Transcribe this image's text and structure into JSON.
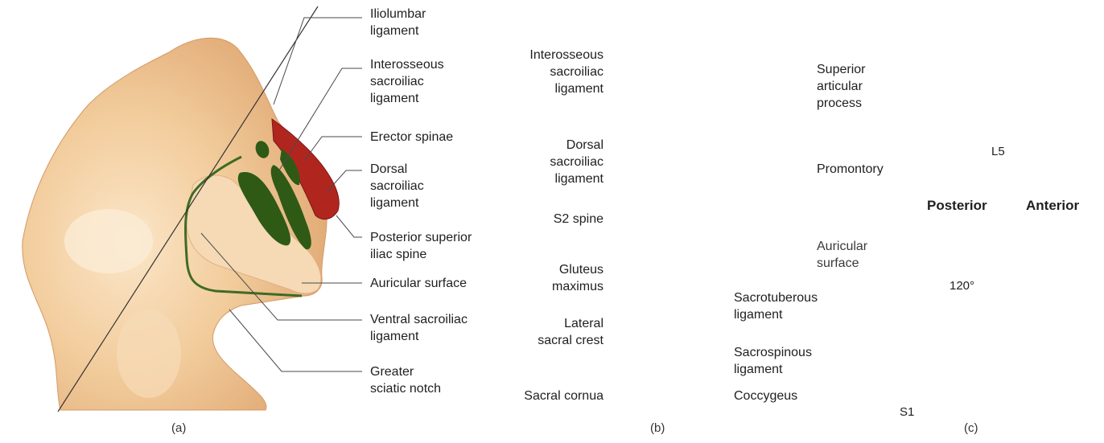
{
  "panel_a": {
    "caption": "(a)",
    "labels": {
      "iliolumbar": "Iliolumbar\nligament",
      "interosseous": "Interosseous\nsacroiliac\nligament",
      "erector": "Erector spinae",
      "dorsal": "Dorsal\nsacroiliac\nligament",
      "psis": "Posterior superior\niliac spine",
      "auricular": "Auricular surface",
      "ventral": "Ventral sacroiliac\nligament",
      "sciatic": "Greater\nsciatic notch"
    }
  },
  "panel_b": {
    "caption": "(b)",
    "labels": {
      "interosseous": "Interosseous\nsacroiliac\nligament",
      "superior_articular": "Superior\narticular\nprocess",
      "dorsal": "Dorsal\nsacroiliac\nligament",
      "promontory": "Promontory",
      "s2_spine": "S2 spine",
      "auricular": "Auricular\nsurface",
      "gluteus": "Gluteus\nmaximus",
      "sacrotuberous": "Sacrotuberous\nligament",
      "lateral_crest": "Lateral\nsacral crest",
      "sacrospinous": "Sacrospinous\nligament",
      "cornua": "Sacral cornua",
      "coccygeus": "Coccygeus"
    }
  },
  "panel_c": {
    "caption": "(c)",
    "labels": {
      "l5": "L5",
      "s1": "S1",
      "posterior": "Posterior",
      "anterior": "Anterior",
      "angle": "120°"
    }
  },
  "colors": {
    "bone": "#f0c99a",
    "bone_dark": "#d9a46e",
    "bone_light": "#f8e4c6",
    "ligament": "#2f5a16",
    "muscle": "#b0261f",
    "leader": "#4a4a4a"
  }
}
